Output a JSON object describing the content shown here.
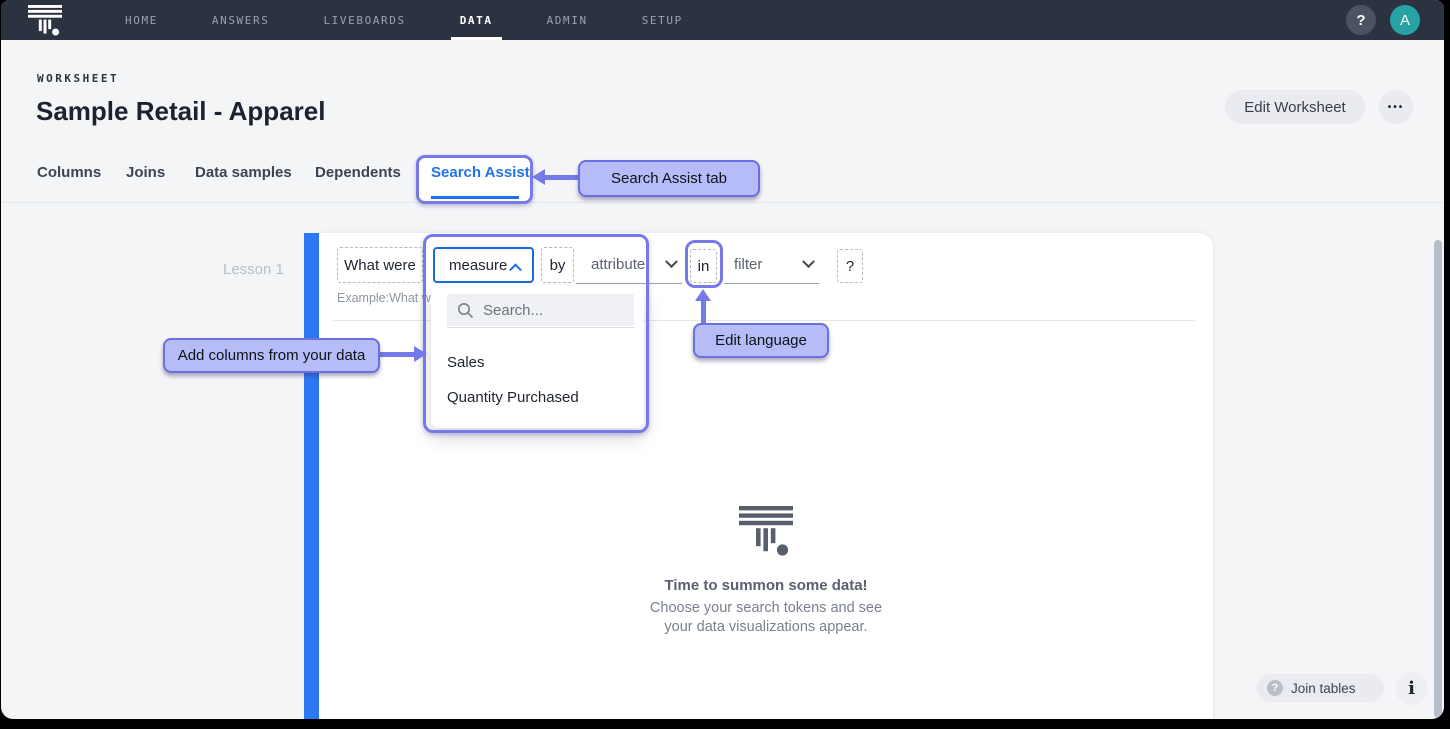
{
  "colors": {
    "nav_bg": "#2b3240",
    "accent_blue": "#2173ea",
    "blue_bar": "#2d78f3",
    "annotation_border": "#767ae8",
    "annotation_fill": "#b6bcf7",
    "avatar_teal": "#27a3a5",
    "page_bg": "#f4f5f7"
  },
  "nav": {
    "items": [
      "HOME",
      "ANSWERS",
      "LIVEBOARDS",
      "DATA",
      "ADMIN",
      "SETUP"
    ],
    "active_item": "DATA",
    "help": "?",
    "avatar": "A"
  },
  "header": {
    "eyebrow": "WORKSHEET",
    "title": "Sample Retail - Apparel",
    "edit_button": "Edit Worksheet",
    "more_button": "•••"
  },
  "tabs": {
    "labels": [
      "Columns",
      "Joins",
      "Data samples",
      "Dependents",
      "Search Assist"
    ],
    "active": "Search Assist"
  },
  "lesson": {
    "label": "Lesson 1"
  },
  "search": {
    "token_what_were": "What were",
    "token_measure": "measure",
    "token_by": "by",
    "token_attribute": "attribute",
    "token_in": "in",
    "token_filter": "filter",
    "token_help": "?",
    "example": "Example:What we",
    "dropdown": {
      "placeholder": "Search...",
      "items": [
        "Sales",
        "Quantity Purchased"
      ]
    }
  },
  "annotations": {
    "tab": "Search Assist tab",
    "columns": "Add columns from your data",
    "language": "Edit language"
  },
  "empty_state": {
    "title": "Time to summon some data!",
    "line1": "Choose your search tokens and see",
    "line2": "your data visualizations appear."
  },
  "footer": {
    "join_tables": "Join tables",
    "info": "i"
  }
}
